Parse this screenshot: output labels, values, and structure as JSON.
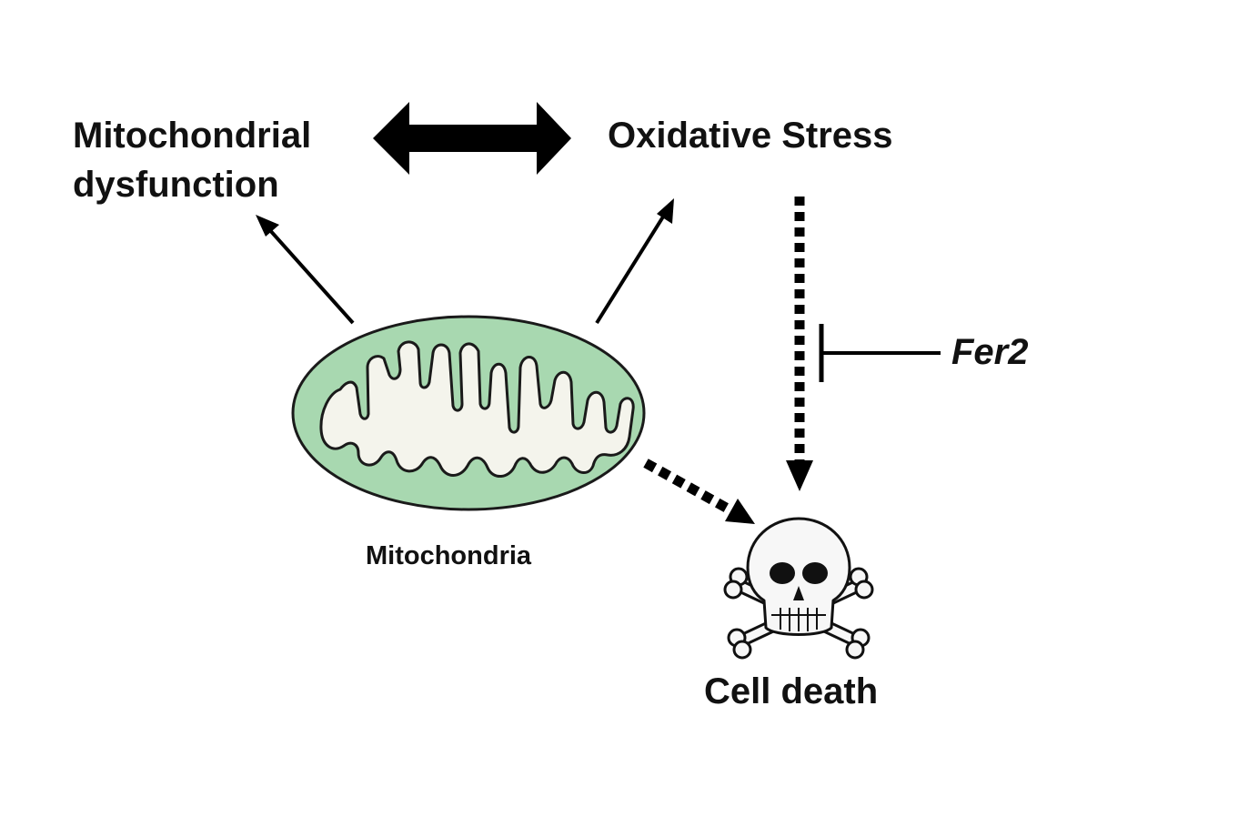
{
  "labels": {
    "mito_dysfunction": [
      "Mitochondrial",
      "dysfunction"
    ],
    "oxidative_stress": "Oxidative Stress",
    "inhibitor": "Fer2",
    "mitochondria": "Mitochondria",
    "cell_death": "Cell death"
  },
  "icons": {
    "organelle": "mitochondrion-icon",
    "death": "skull-crossbones-icon"
  },
  "colors": {
    "mito_outer": "#a8d8b0",
    "mito_inner": "#f4f4ec",
    "ink": "#000000"
  }
}
